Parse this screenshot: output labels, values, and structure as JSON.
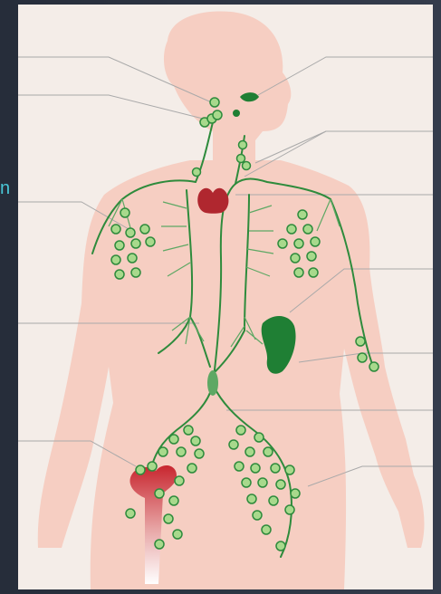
{
  "slide": {
    "left_edge_text": "n",
    "accent_color": "#49c6d6",
    "background_color": "#2f3747"
  },
  "diagram": {
    "type": "lymphatic-system-anatomy",
    "label_text": [],
    "colors": {
      "panel": "#f4ede8",
      "skin": "#f6cec2",
      "lymph": "#2e8b3c",
      "node_fill": "#a8d98c",
      "thymus_thyroid": "#b0272f",
      "spleen": "#1f7f34",
      "bone_marrow": "#c8262f",
      "leader_line": "#a9a9a9"
    },
    "leader_line_count": 11
  }
}
